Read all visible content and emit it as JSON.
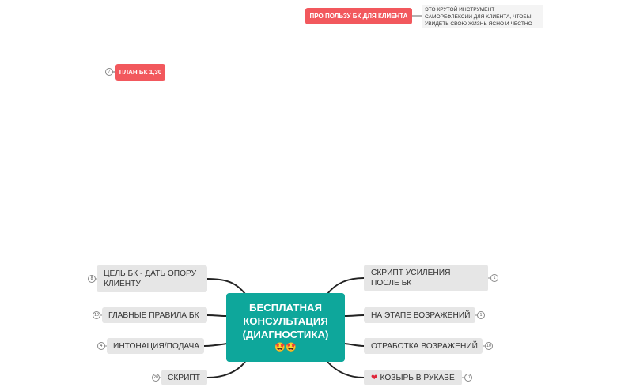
{
  "colors": {
    "center": "#0ea79b",
    "accent_red": "#f2585d",
    "branch_bg": "#e6e6e6",
    "connector": "#222222"
  },
  "floating": {
    "benefit_label": "ПРО ПОЛЬЗУ БК ДЛЯ КЛИЕНТА",
    "benefit_note": "ЭТО КРУТОЙ ИНСТРУМЕНТ САМОРЕФЛЕКСИИ ДЛЯ КЛИЕНТА, ЧТОБЫ УВИДЕТЬ СВОЮ ЖИЗНЬ ЯСНО И ЧЕСТНО",
    "plan_label": "ПЛАН БК 1,30",
    "plan_count": "7"
  },
  "center": {
    "title": "БЕСПЛАТНАЯ КОНСУЛЬТАЦИЯ (ДИАГНОСТИКА)",
    "emoji": "🤩🤩"
  },
  "left_branches": [
    {
      "label": "ЦЕЛЬ БК - ДАТЬ ОПОРУ КЛИЕНТУ",
      "count": "8"
    },
    {
      "label": "ГЛАВНЫЕ ПРАВИЛА БК",
      "count": "10"
    },
    {
      "label": "ИНТОНАЦИЯ/ПОДАЧА",
      "count": "4"
    },
    {
      "label": "СКРИПТ",
      "count": "20"
    }
  ],
  "right_branches": [
    {
      "label": "СКРИПТ УСИЛЕНИЯ ПОСЛЕ БК",
      "count": "1"
    },
    {
      "label": "НА ЭТАПЕ ВОЗРАЖЕНИЙ",
      "count": "1"
    },
    {
      "label": "ОТРАБОТКА ВОЗРАЖЕНИЙ",
      "count": "10"
    },
    {
      "label": "КОЗЫРЬ В РУКАВЕ",
      "count": "17",
      "icon": "heart-icon"
    }
  ]
}
